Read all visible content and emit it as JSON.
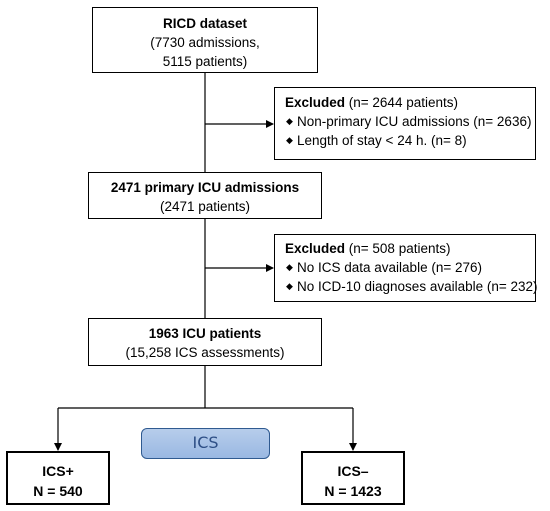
{
  "dataset_box": {
    "title": "RICD dataset",
    "line1": "(7730 admissions,",
    "line2": "5115 patients)"
  },
  "exclusion_1": {
    "heading_bold": "Excluded",
    "heading_rest": " (n= 2644 patients)",
    "items": [
      "Non-primary ICU admissions (n= 2636)",
      "Length of stay < 24 h. (n= 8)"
    ]
  },
  "primary_box": {
    "title": "2471 primary ICU admissions",
    "line1": "(2471 patients)"
  },
  "exclusion_2": {
    "heading_bold": "Excluded",
    "heading_rest": " (n= 508 patients)",
    "items": [
      "No ICS data available (n= 276)",
      "No ICD-10 diagnoses available (n= 232)"
    ]
  },
  "icu_box": {
    "title": "1963 ICU patients",
    "line1": "(15,258 ICS assessments)"
  },
  "split_label": "ICS",
  "outcomes": {
    "positive": {
      "label": "ICS+",
      "count": "N = 540"
    },
    "negative": {
      "label": "ICS–",
      "count": "N = 1423"
    }
  },
  "colors": {
    "pill_fill": "#9ab8e2",
    "pill_border": "#2f5a90",
    "pill_text": "#2e4f86",
    "lines": "#000000"
  }
}
